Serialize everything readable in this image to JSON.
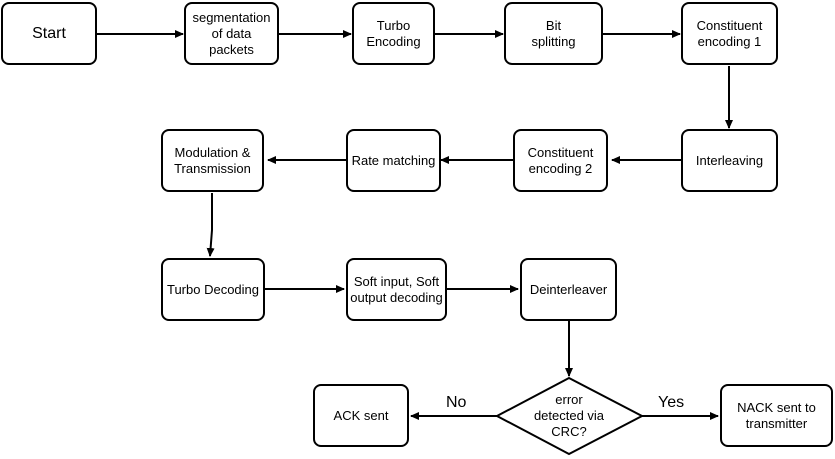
{
  "nodes": {
    "start": "Start",
    "segmentation": "segmentation\nof data\npackets",
    "turbo_encoding": "Turbo\nEncoding",
    "bit_splitting": "Bit\nsplitting",
    "constituent_1": "Constituent\nencoding 1",
    "interleaving": "Interleaving",
    "constituent_2": "Constituent\nencoding 2",
    "rate_matching": "Rate matching",
    "modulation": "Modulation &\nTransmission",
    "turbo_decoding": "Turbo Decoding",
    "soft_decoding": "Soft input, Soft\noutput decoding",
    "deinterleaver": "Deinterleaver",
    "decision": "error\ndetected via\nCRC?",
    "ack": "ACK sent",
    "nack": "NACK sent to\ntransmitter"
  },
  "edges": {
    "no_label": "No",
    "yes_label": "Yes"
  },
  "colors": {
    "stroke": "#000000",
    "fill": "#ffffff"
  }
}
